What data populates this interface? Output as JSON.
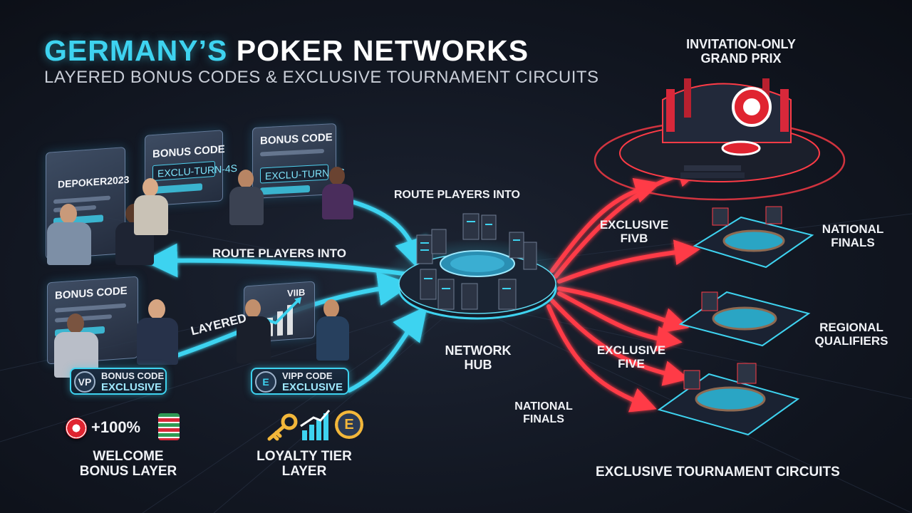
{
  "header": {
    "title_highlight": "GERMANY’S",
    "title_rest": "POKER NETWORKS",
    "subtitle": "LAYERED BONUS CODES & EXCLUSIVE TOURNAMENT CIRCUITS"
  },
  "panels": {
    "p1": {
      "code": "DEPOKER2023"
    },
    "p2": {
      "title": "BONUS CODE",
      "code": "EXCLU-TURN-4S"
    },
    "p3": {
      "title": "BONUS CODE",
      "code": "EXCLU-TURN-4S"
    },
    "p4": {
      "title": "BONUS CODE"
    },
    "p5": {
      "title": "VIIB"
    }
  },
  "badges": {
    "bonus": {
      "line1": "BONUS CODE",
      "line2": "EXCLUSIVE",
      "icon": "VP"
    },
    "vipp": {
      "line1": "VIPP CODE",
      "line2": "EXCLUSIVE",
      "icon": "E"
    }
  },
  "flow_labels": {
    "route_top": "ROUTE PLAYERS INTO",
    "route_left": "ROUTE PLAYERS INTO",
    "layered": "LAYERED",
    "exclusive_top_1": "EXCLUSIVE",
    "exclusive_top_2": "FIVB",
    "exclusive_mid_1": "EXCLUSIVE",
    "exclusive_mid_2": "FIVE"
  },
  "hub": {
    "line1": "NETWORK",
    "line2": "HUB"
  },
  "layers": {
    "welcome_1": "WELCOME",
    "welcome_2": "BONUS LAYER",
    "welcome_percent": "+100%",
    "loyalty_1": "LOYALTY TIER",
    "loyalty_2": "LAYER"
  },
  "tiers": {
    "grand_1": "INVITATION-ONLY",
    "grand_2": "GRAND PRIX",
    "national_1": "NATIONAL",
    "national_2": "FINALS",
    "regional_1": "REGIONAL",
    "regional_2": "QUALIFIERS",
    "national_low_1": "NATIONAL",
    "national_low_2": "FINALS"
  },
  "footer": {
    "exclusive": "EXCLUSIVE",
    "rest": "TOURNAMENT CIRCUITS"
  },
  "colors": {
    "accent_cyan": "#3ed3f0",
    "accent_red": "#ff3b46",
    "background": "#121722"
  },
  "icons": {
    "key": "key-icon",
    "chart": "bar-chart-icon",
    "coin": "coin-e-icon",
    "chip": "poker-chip-icon",
    "shield": "shield-icon"
  }
}
